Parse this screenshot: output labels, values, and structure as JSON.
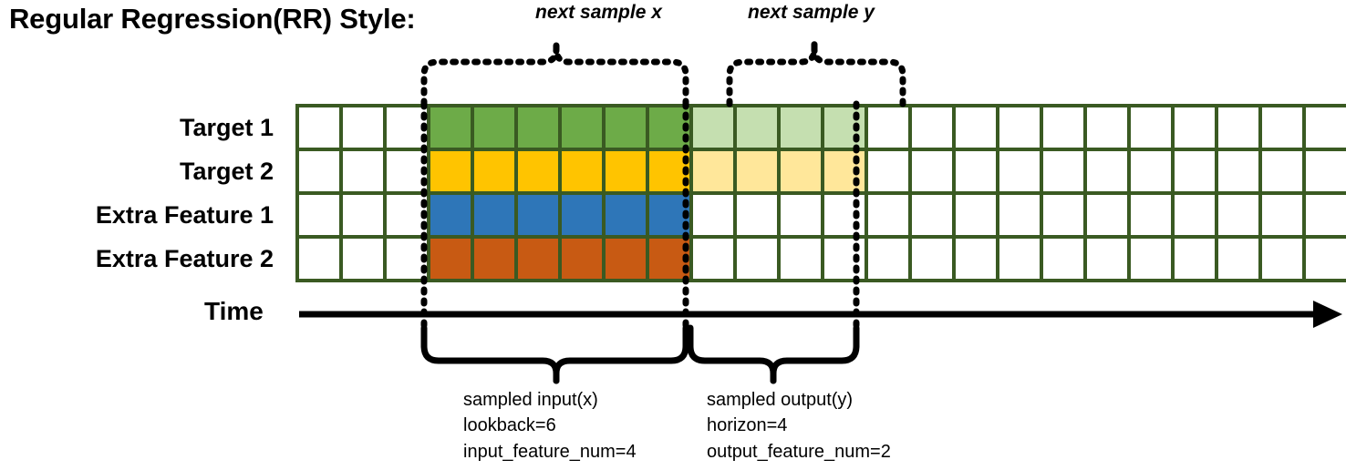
{
  "title": "Regular Regression(RR) Style:",
  "row_labels": [
    "Target 1",
    "Target 2",
    "Extra Feature 1",
    "Extra Feature 2"
  ],
  "time_axis_label": "Time",
  "annotations": {
    "next_sample_x": "next sample x",
    "next_sample_y": "next sample y"
  },
  "input_block": {
    "line1": "sampled input(x)",
    "line2": "lookback=6",
    "line3": "input_feature_num=4"
  },
  "output_block": {
    "line1": "sampled output(y)",
    "line2": "horizon=4",
    "line3": "output_feature_num=2"
  },
  "colors": {
    "border": "#3A5A22",
    "target1": "#6DAB48",
    "target1_light": "#C5DFB0",
    "target2": "#FFC400",
    "target2_light": "#FFE79A",
    "feature1": "#2E76B8",
    "feature2": "#C85A13",
    "empty": "#FFFFFF"
  },
  "grid": {
    "total_columns": 24,
    "lead_empty_columns": 3,
    "lookback_columns": 6,
    "horizon_columns": 4,
    "trailing_empty_columns": 11,
    "rows": [
      {
        "name": "Target 1",
        "fills": [
          "empty",
          "empty",
          "empty",
          "green",
          "green",
          "green",
          "green",
          "green",
          "green",
          "lgreen",
          "lgreen",
          "lgreen",
          "lgreen",
          "empty",
          "empty",
          "empty",
          "empty",
          "empty",
          "empty",
          "empty",
          "empty",
          "empty",
          "empty",
          "empty"
        ]
      },
      {
        "name": "Target 2",
        "fills": [
          "empty",
          "empty",
          "empty",
          "yellow",
          "yellow",
          "yellow",
          "yellow",
          "yellow",
          "yellow",
          "lyellow",
          "lyellow",
          "lyellow",
          "lyellow",
          "empty",
          "empty",
          "empty",
          "empty",
          "empty",
          "empty",
          "empty",
          "empty",
          "empty",
          "empty",
          "empty"
        ]
      },
      {
        "name": "Extra Feature 1",
        "fills": [
          "empty",
          "empty",
          "empty",
          "blue",
          "blue",
          "blue",
          "blue",
          "blue",
          "blue",
          "empty",
          "empty",
          "empty",
          "empty",
          "empty",
          "empty",
          "empty",
          "empty",
          "empty",
          "empty",
          "empty",
          "empty",
          "empty",
          "empty",
          "empty"
        ]
      },
      {
        "name": "Extra Feature 2",
        "fills": [
          "empty",
          "empty",
          "empty",
          "orange",
          "orange",
          "orange",
          "orange",
          "orange",
          "orange",
          "empty",
          "empty",
          "empty",
          "empty",
          "empty",
          "empty",
          "empty",
          "empty",
          "empty",
          "empty",
          "empty",
          "empty",
          "empty",
          "empty",
          "empty"
        ]
      }
    ]
  }
}
